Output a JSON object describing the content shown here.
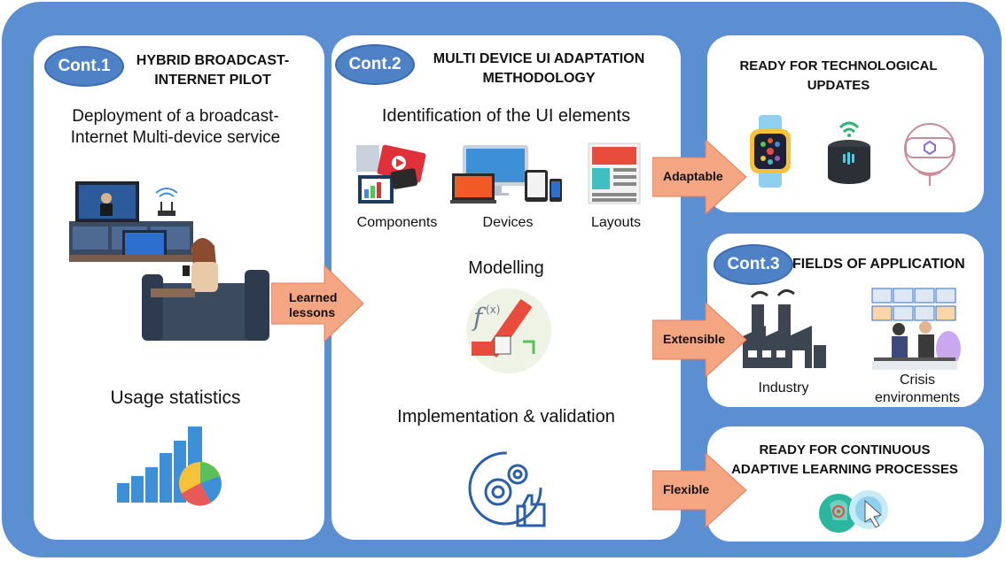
{
  "colors": {
    "background": "#5b8fd1",
    "card": "#ffffff",
    "ellipse": "#4f81c7",
    "arrow": "#f4a582"
  },
  "col1": {
    "badge": "Cont.1",
    "title_line1": "HYBRID BROADCAST-",
    "title_line2": "INTERNET PILOT",
    "subtitle_line1": "Deployment of a broadcast-",
    "subtitle_line2": "Internet Multi-device service",
    "usage": "Usage statistics"
  },
  "col2": {
    "badge": "Cont.2",
    "title_line1": "MULTI DEVICE UI ADAPTATION",
    "title_line2": "METHODOLOGY",
    "identification": "Identification of the UI elements",
    "components": "Components",
    "devices": "Devices",
    "layouts": "Layouts",
    "modelling": "Modelling",
    "implementation": "Implementation & validation"
  },
  "arrows": {
    "learned_line1": "Learned",
    "learned_line2": "lessons",
    "adaptable": "Adaptable",
    "extensible": "Extensible",
    "flexible": "Flexible"
  },
  "box_tech": {
    "title_line1": "READY FOR TECHNOLOGICAL",
    "title_line2": "UPDATES"
  },
  "box_fields": {
    "badge": "Cont.3",
    "title": "FIELDS OF APPLICATION",
    "industry": "Industry",
    "crisis_line1": "Crisis",
    "crisis_line2": "environments"
  },
  "box_learning": {
    "title_line1": "READY FOR CONTINUOUS",
    "title_line2": "ADAPTIVE LEARNING PROCESSES"
  }
}
